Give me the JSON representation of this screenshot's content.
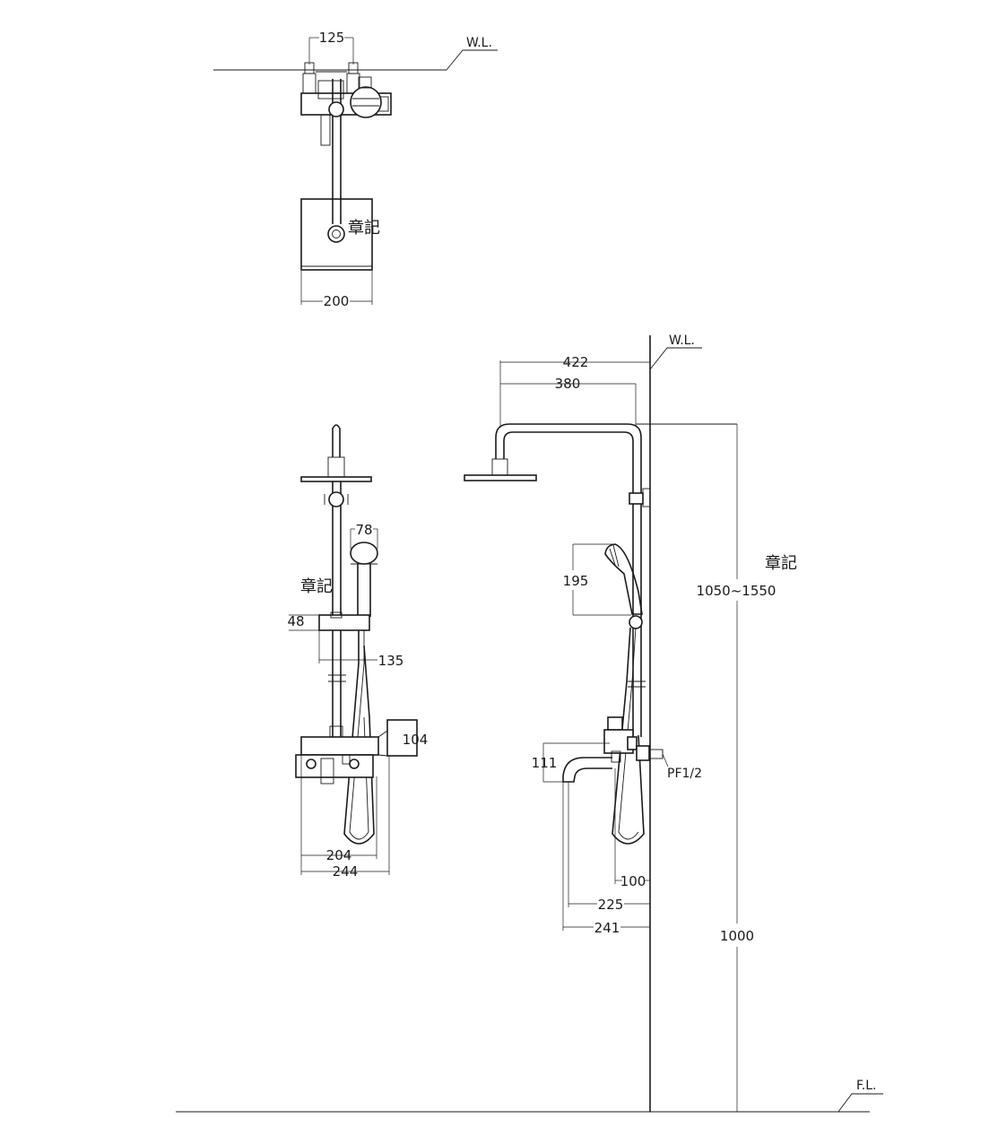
{
  "labels": {
    "wall_line": "W.L.",
    "floor_line": "F.L.",
    "pipe_thread": "PF1/2",
    "note": "章記"
  },
  "top_view": {
    "dim_125": "125",
    "dim_200": "200"
  },
  "front_view": {
    "dim_78": "78",
    "dim_48": "48",
    "dim_135": "135",
    "dim_104": "104",
    "dim_204": "204",
    "dim_244": "244"
  },
  "side_view": {
    "dim_422": "422",
    "dim_380": "380",
    "dim_195": "195",
    "dim_height_range": "1050~1550",
    "dim_111": "111",
    "dim_100": "100",
    "dim_225": "225",
    "dim_241": "241",
    "dim_1000": "1000"
  }
}
